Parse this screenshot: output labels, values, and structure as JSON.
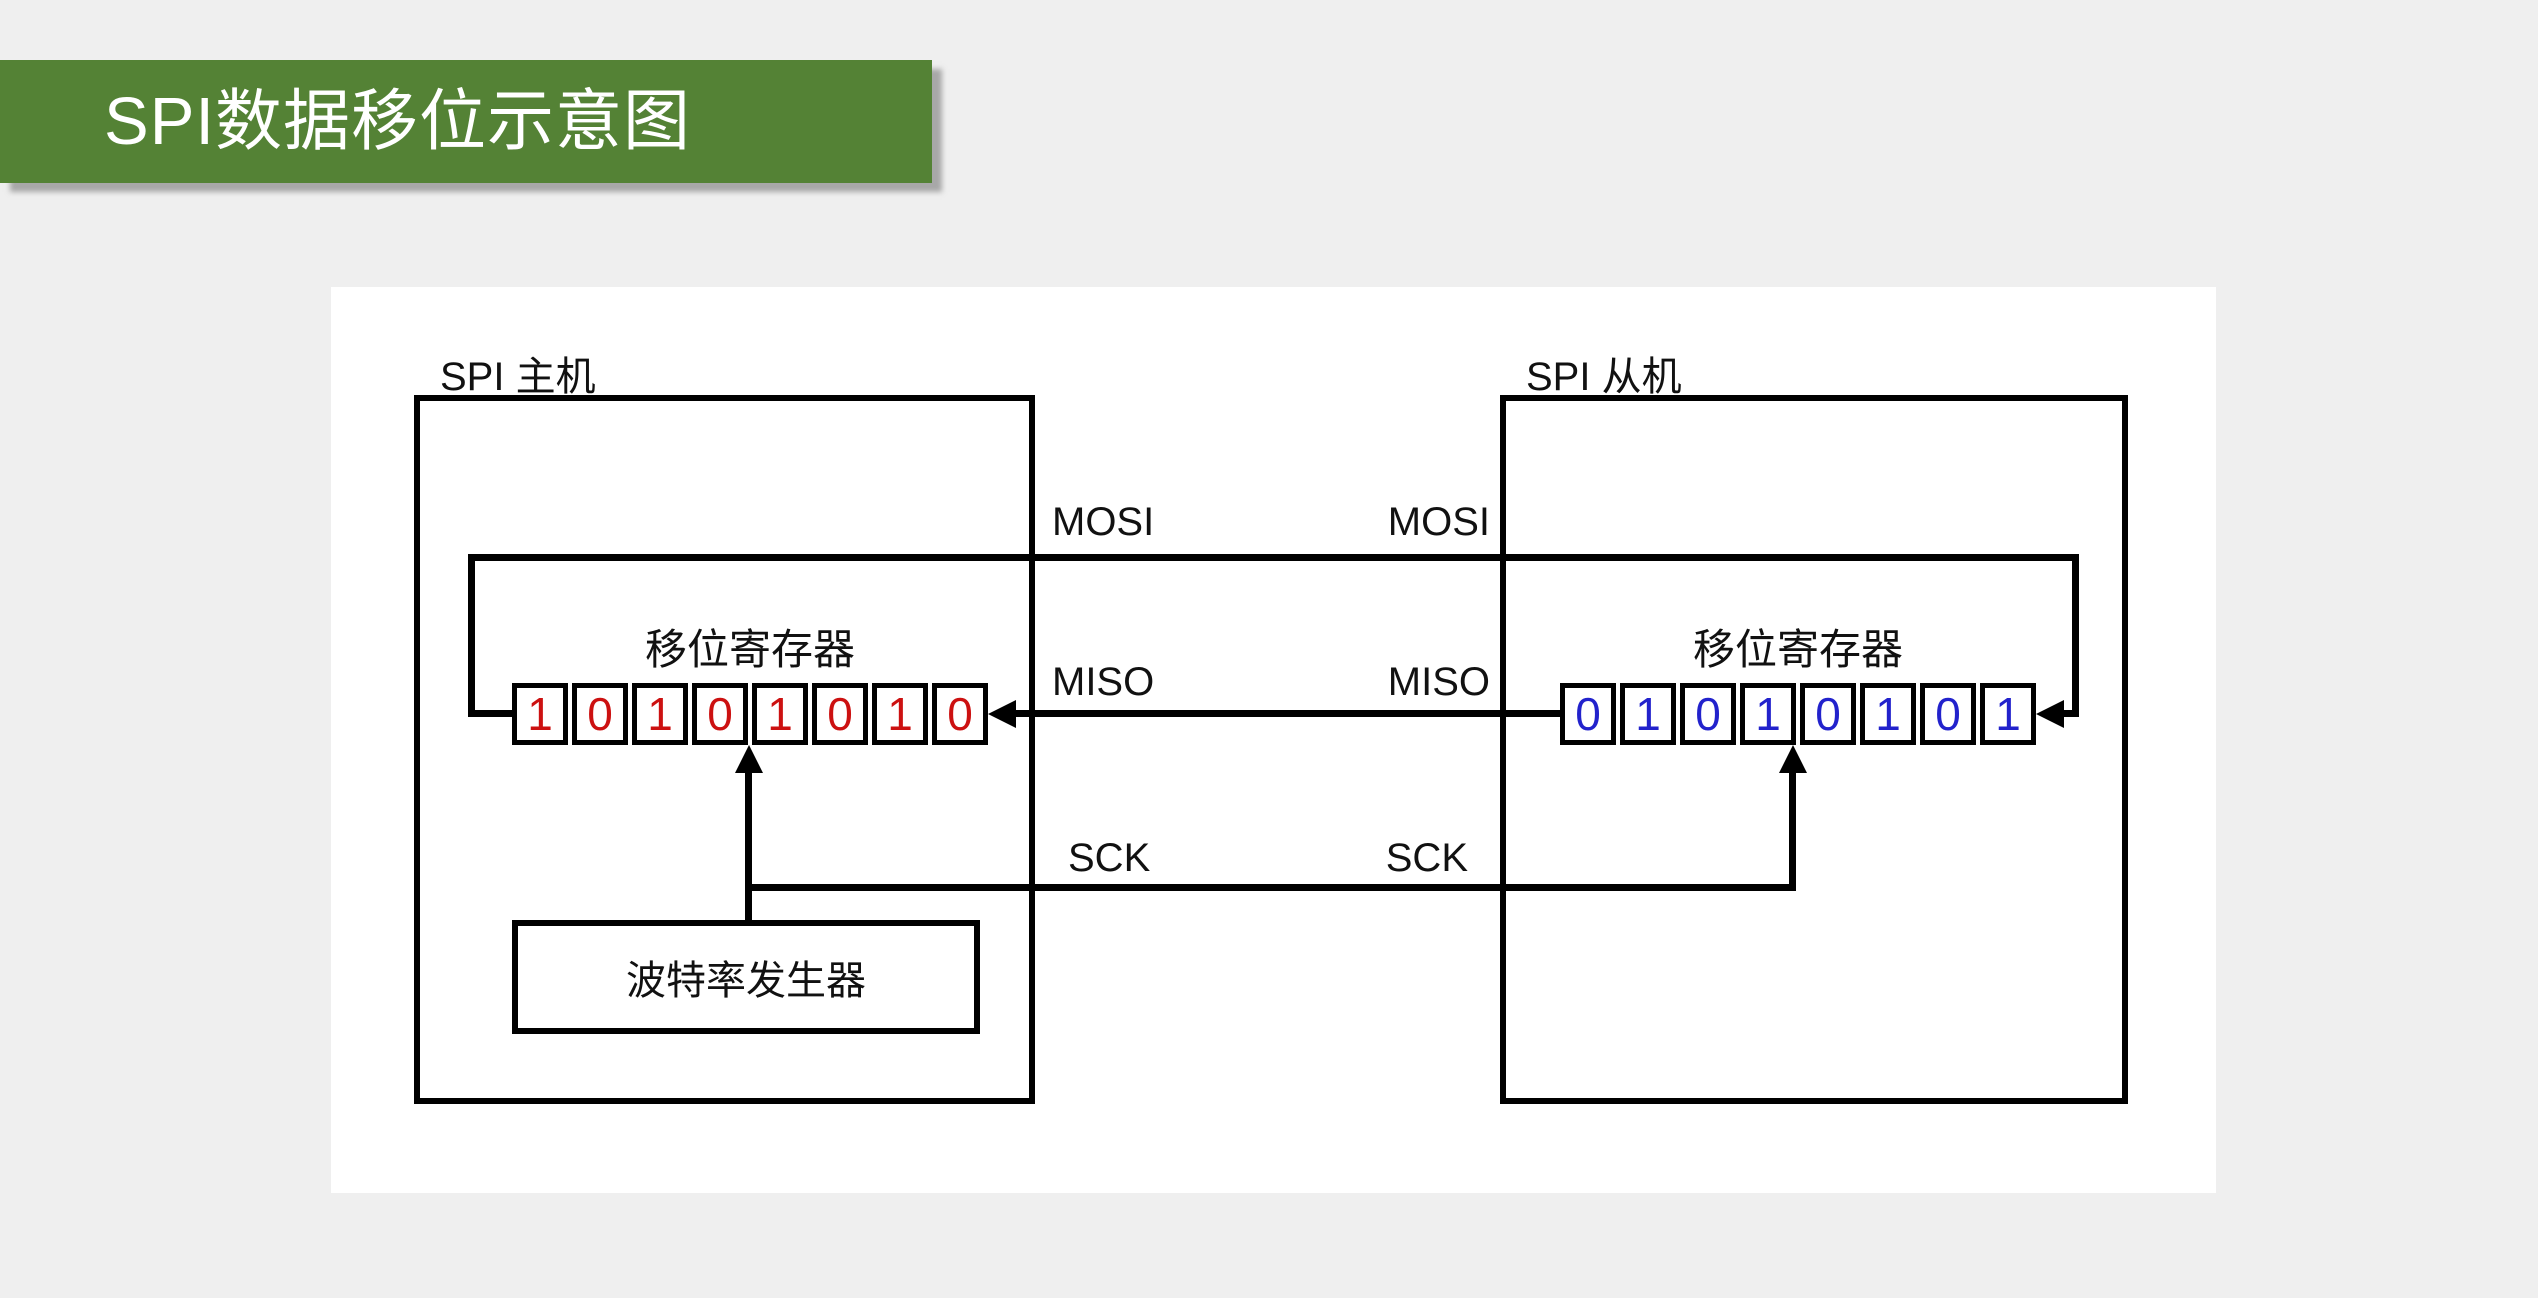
{
  "slide": {
    "title": "SPI数据移位示意图",
    "banner_color": "#548235",
    "title_color": "#ffffff",
    "background_color": "#efefef"
  },
  "master": {
    "label": "SPI 主机",
    "register_label": "移位寄存器",
    "register_bits": [
      "1",
      "0",
      "1",
      "0",
      "1",
      "0",
      "1",
      "0"
    ],
    "bit_color": "#cc1111",
    "baud_generator_label": "波特率发生器"
  },
  "slave": {
    "label": "SPI 从机",
    "register_label": "移位寄存器",
    "register_bits": [
      "0",
      "1",
      "0",
      "1",
      "0",
      "1",
      "0",
      "1"
    ],
    "bit_color": "#2222cc"
  },
  "signals": {
    "mosi_master_label": "MOSI",
    "mosi_slave_label": "MOSI",
    "miso_master_label": "MISO",
    "miso_slave_label": "MISO",
    "sck_master_label": "SCK",
    "sck_slave_label": "SCK"
  }
}
